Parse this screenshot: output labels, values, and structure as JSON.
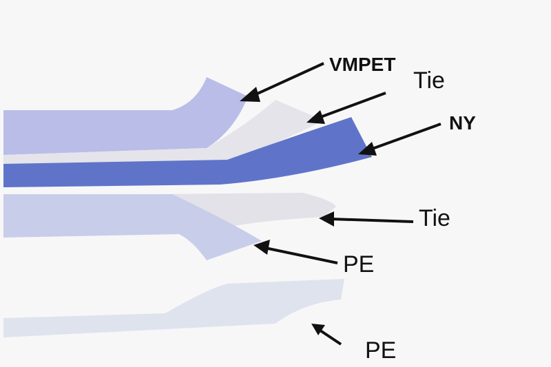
{
  "labels": {
    "vmpet": "VMPET",
    "tie1": "Tie",
    "ny": "NY",
    "tie2": "Tie",
    "pe1": "PE",
    "pe2": "PE"
  },
  "colors": {
    "vmpet": "#b9bde8",
    "ny": "#5f74c9",
    "tie": "#e4e4ea",
    "pe": "#c8cdea",
    "pe2": "#dfe3ee"
  }
}
